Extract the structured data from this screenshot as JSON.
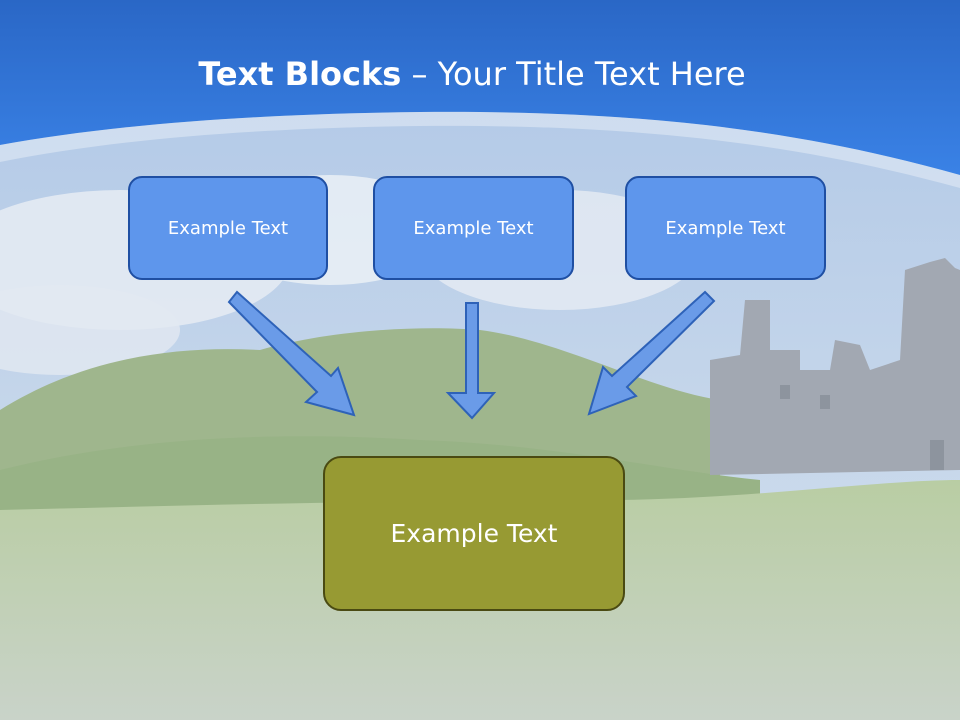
{
  "slide": {
    "title_bold": "Text Blocks",
    "title_separator": " – ",
    "title_rest": "Your Title Text Here"
  },
  "blocks": [
    {
      "label": "Example Text"
    },
    {
      "label": "Example Text"
    },
    {
      "label": "Example Text"
    }
  ],
  "target": {
    "label": "Example Text"
  },
  "colors": {
    "header_blue": "#2f74d8",
    "block_fill": "#5e96ec",
    "block_border": "#1f4fa3",
    "target_fill": "#979a33",
    "target_border": "#4a4a12",
    "arrow_fill": "#6a9be8",
    "arrow_stroke": "#2e62b8"
  }
}
